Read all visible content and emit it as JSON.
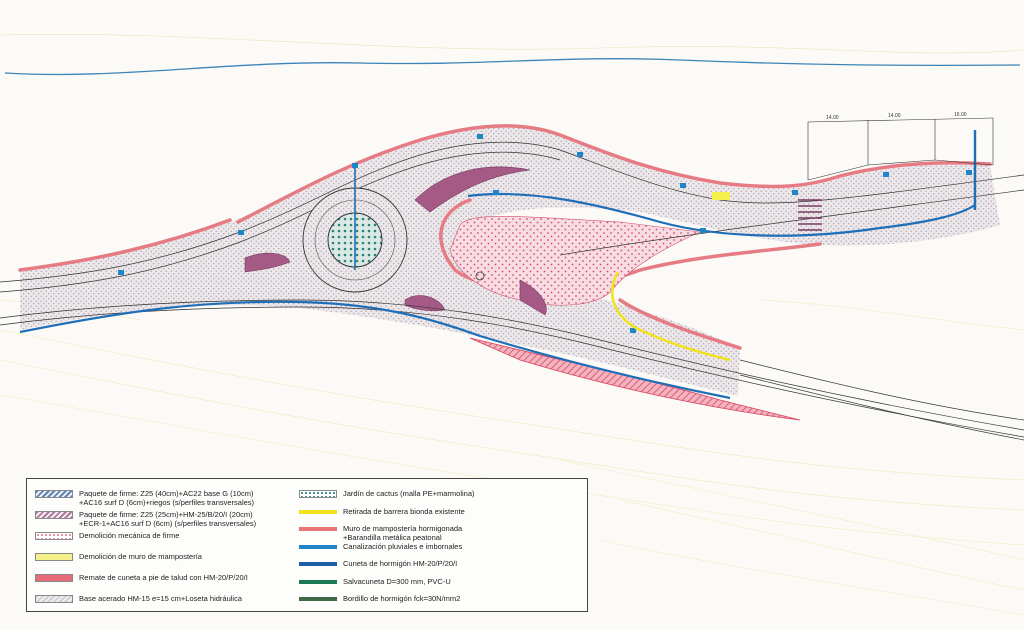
{
  "plan": {
    "dims": [
      "14.00",
      "14.00",
      "16.00"
    ]
  },
  "legend": {
    "left": [
      {
        "text": "Paquete de firme: Z25 (40cm)+AC22 base G (10cm)\n+AC16 surf D (6cm)+riegos (s/perfiles transversales)",
        "color": "#5a86b8",
        "style": "hatch"
      },
      {
        "text": "Paquete de firme: Z25 (25cm)+HM-25/B/20/I (20cm)\n+ECR-1+AC16 surf D (6cm) (s/perfiles transversales)",
        "color": "#b07a9a",
        "style": "hatch"
      },
      {
        "text": "Demolición mecánica de firme",
        "color": "#e98aa0",
        "style": "dots"
      },
      {
        "text": "Demolición de muro de mampostería",
        "color": "#f4ef86",
        "style": "fill"
      },
      {
        "text": "Remate de cuneta a pie de talud con HM-20/P/20/I",
        "color": "#e86b7a",
        "style": "fill"
      },
      {
        "text": "Base acerado HM-15 e=15 cm+Loseta hidráulica",
        "color": "#cfcfd4",
        "style": "hatch"
      }
    ],
    "right": [
      {
        "text": "Jardín de cactus (malla PE+marmolina)",
        "color": "#2f8c80",
        "style": "dots"
      },
      {
        "text": "Retirada de barrera bionda existente",
        "color": "#f2e21b",
        "style": "line"
      },
      {
        "text": "Muro de mampostería hormigonada\n+Barandilla metálica peatonal",
        "color": "#e87575",
        "style": "line"
      },
      {
        "text": "Canalización pluviales e imbornales",
        "color": "#1e86c8",
        "style": "line"
      },
      {
        "text": "Cuneta de hormigón HM-20/P/20/I",
        "color": "#1e5fa8",
        "style": "line"
      },
      {
        "text": "Salvacuneta D=300 mm, PVC-U",
        "color": "#1b7a55",
        "style": "line"
      },
      {
        "text": "Bordillo de hormigón fck=30N/mm2",
        "color": "#3f6a4a",
        "style": "line"
      }
    ]
  }
}
